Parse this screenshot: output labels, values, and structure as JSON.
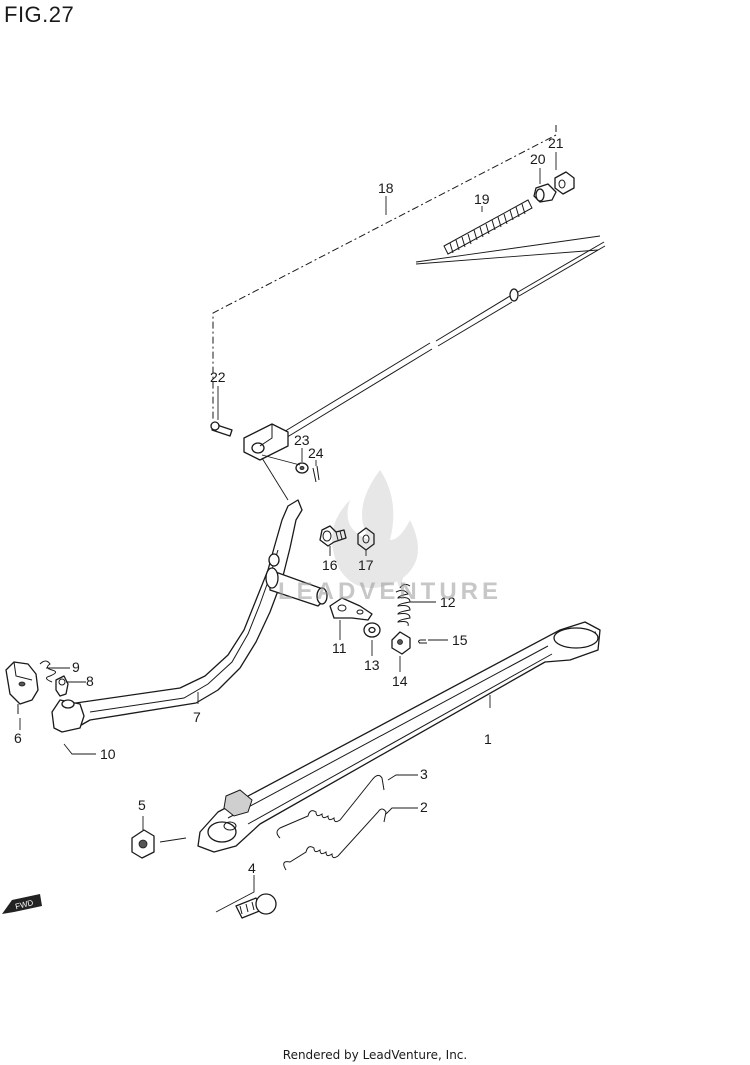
{
  "figure": {
    "title": "FIG.27"
  },
  "watermark": {
    "text": "LEADVENTURE"
  },
  "fwd_label": "FWD",
  "footer": "Rendered by LeadVenture, Inc.",
  "callouts": [
    {
      "id": "c1",
      "label": "1"
    },
    {
      "id": "c2",
      "label": "2"
    },
    {
      "id": "c3",
      "label": "3"
    },
    {
      "id": "c4",
      "label": "4"
    },
    {
      "id": "c5",
      "label": "5"
    },
    {
      "id": "c6",
      "label": "6"
    },
    {
      "id": "c7",
      "label": "7"
    },
    {
      "id": "c8",
      "label": "8"
    },
    {
      "id": "c9",
      "label": "9"
    },
    {
      "id": "c10",
      "label": "10"
    },
    {
      "id": "c11",
      "label": "11"
    },
    {
      "id": "c12",
      "label": "12"
    },
    {
      "id": "c13",
      "label": "13"
    },
    {
      "id": "c14",
      "label": "14"
    },
    {
      "id": "c15",
      "label": "15"
    },
    {
      "id": "c16",
      "label": "16"
    },
    {
      "id": "c17",
      "label": "17"
    },
    {
      "id": "c18",
      "label": "18"
    },
    {
      "id": "c19",
      "label": "19"
    },
    {
      "id": "c20",
      "label": "20"
    },
    {
      "id": "c21",
      "label": "21"
    },
    {
      "id": "c22",
      "label": "22"
    },
    {
      "id": "c23",
      "label": "23"
    },
    {
      "id": "c24",
      "label": "24"
    }
  ]
}
